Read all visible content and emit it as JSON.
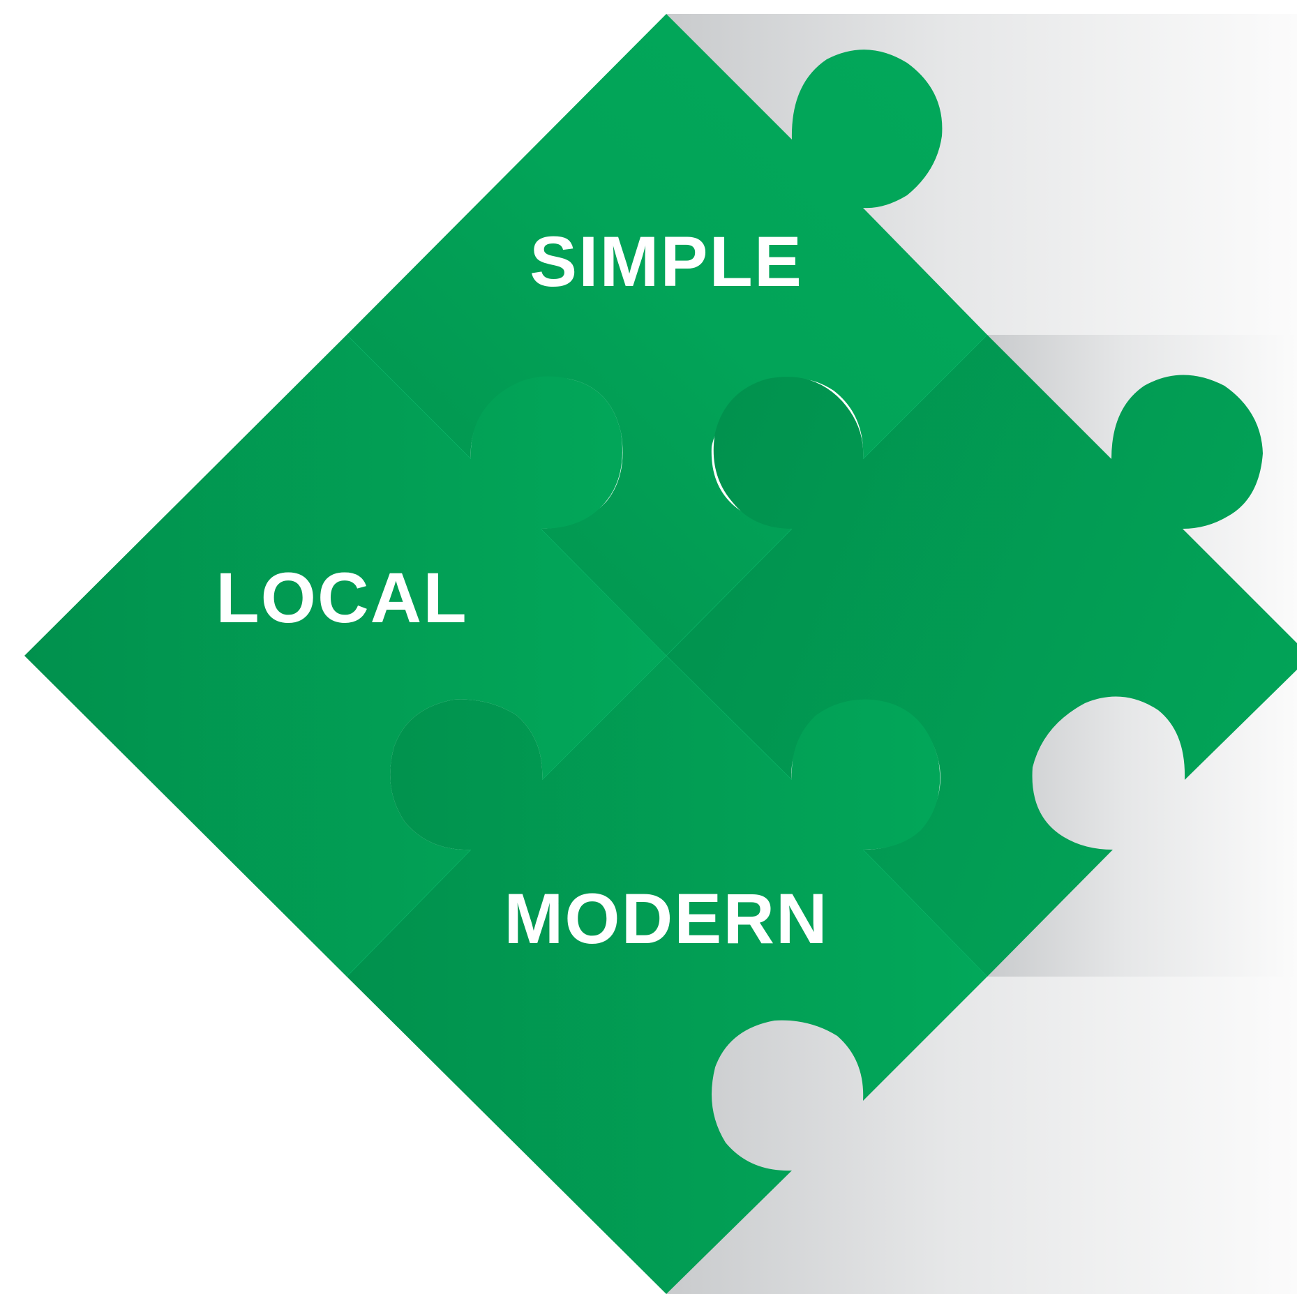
{
  "labels": {
    "top": "SIMPLE",
    "left": "LOCAL",
    "bottom": "MODERN"
  },
  "colors": {
    "piece_green": "#02a458",
    "piece_green_dark": "#01914d",
    "shadow_light": "#f4f5f5",
    "shadow_dark": "#c9cbcd",
    "text": "#ffffff"
  }
}
